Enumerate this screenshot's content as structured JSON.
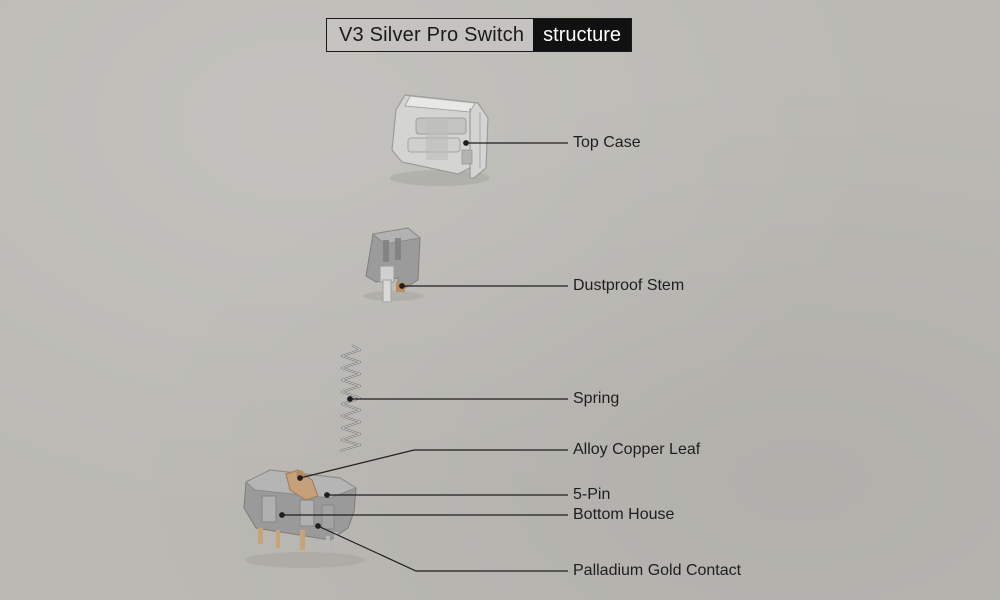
{
  "title": {
    "main": "V3 Silver Pro Switch",
    "tag": "structure"
  },
  "labels": {
    "top_case": "Top Case",
    "stem": "Dustproof Stem",
    "spring": "Spring",
    "leaf": "Alloy Copper Leaf",
    "pin": "5-Pin",
    "bottom": "Bottom House",
    "contact": "Palladium Gold Contact"
  },
  "colors": {
    "background": "#bab9b4",
    "title_tag_bg": "#111111",
    "leader_line": "#1e1e1e",
    "housing_gray": "#8d8d8d",
    "copper": "#c6a07a"
  }
}
